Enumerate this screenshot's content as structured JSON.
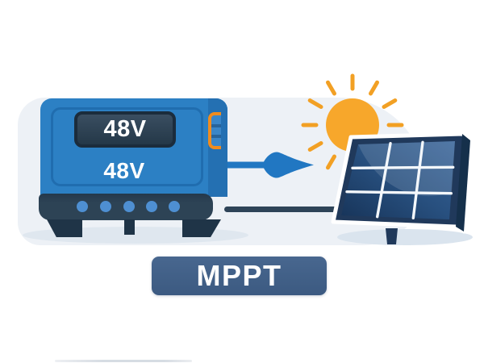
{
  "controller": {
    "display_value": "48V",
    "body_label": "48V",
    "button_count": 5
  },
  "badge": {
    "label": "MPPT"
  },
  "icons": {
    "sun": "sun-icon",
    "solar_panel": "solar-panel-icon",
    "charge_controller": "charge-controller-icon",
    "flow_arrow": "flow-arrow-icon",
    "connector_port": "connector-port-icon"
  },
  "colors": {
    "page_bg": "#ffffff",
    "stage_bg": "#edf1f6",
    "controller_body": "#2c80c4",
    "controller_side": "#2470b2",
    "controller_strip": "#2d4355",
    "display_bg": "#2a3e50",
    "display_border": "#1b2c3c",
    "button_dot": "#4e8fd2",
    "connector_orange": "#f08c1e",
    "sun": "#f7a72b",
    "sun_rays": "#f2a024",
    "flow_arrow": "#2177c2",
    "wire": "#2e4458",
    "panel_frame": "#20395b",
    "panel_cell": "#2b5180",
    "panel_grid": "#f3f7fb",
    "badge_bg": "#41618c",
    "label_text": "#ffffff",
    "shadow": "#dde5ee"
  }
}
